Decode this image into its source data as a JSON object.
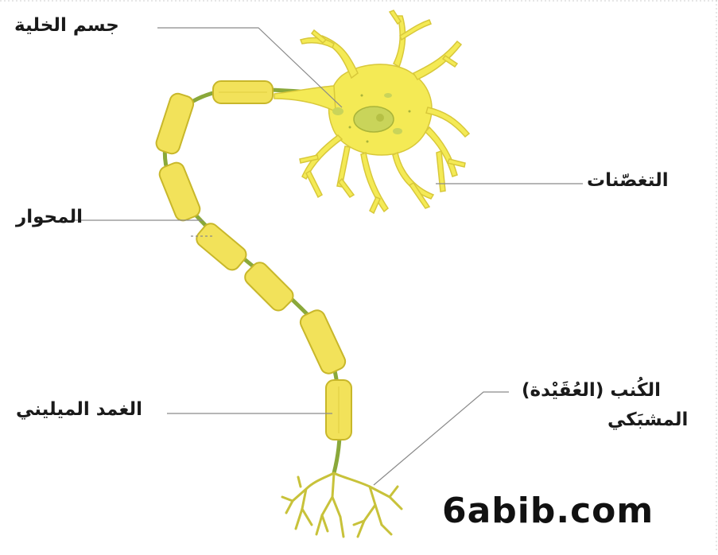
{
  "labels": {
    "cell_body": "جسم الخلية",
    "axon": "المحوار",
    "myelin_sheath": "الغمد الميليني",
    "dendrites": "التغصّنات",
    "axon_terminal_line1": "الكُنب (العُقَيْدة)",
    "axon_terminal_line2": "المشبَكي"
  },
  "watermark": "6abib.com",
  "colors": {
    "myelin": "#f2e25a",
    "myelin_edge": "#c8b72a",
    "axon": "#8aa83a",
    "neuron": "#f4ea55",
    "nucleus": "#c9d45a",
    "leader_line": "#8a8a8a"
  }
}
